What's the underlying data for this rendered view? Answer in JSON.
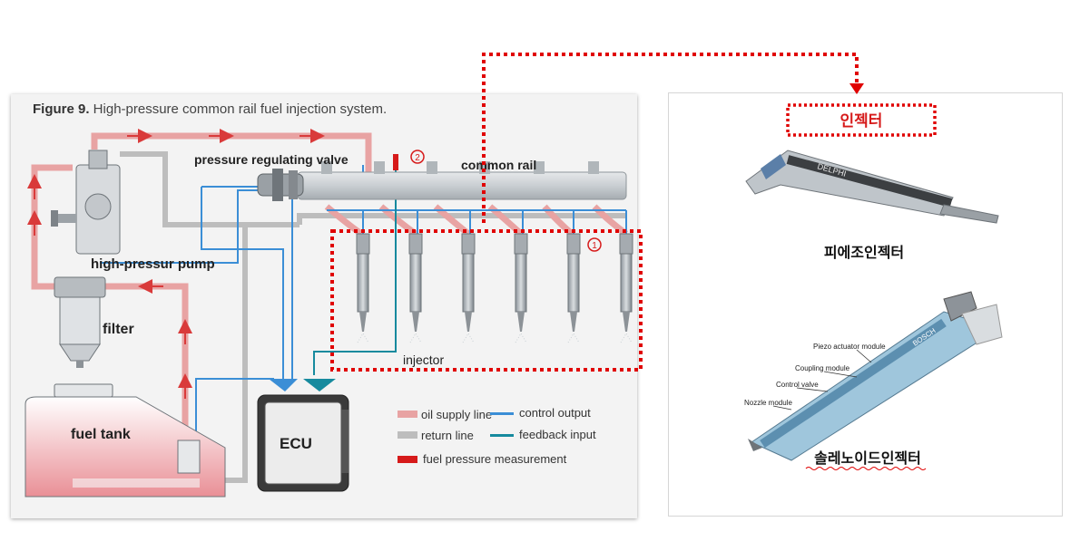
{
  "figure": {
    "caption_bold": "Figure 9.",
    "caption_text": " High-pressure common rail fuel injection system."
  },
  "components": {
    "pressure_regulating_valve": "pressure regulating valve",
    "common_rail": "common rail",
    "high_pressure_pump": "high-pressur pump",
    "filter": "filter",
    "fuel_tank": "fuel tank",
    "ecu": "ECU",
    "injector": "injector",
    "marker_1": "1",
    "marker_2": "2"
  },
  "legend": {
    "oil_supply_line": "oil supply line",
    "control_output": "control output",
    "return_line": "return line",
    "feedback_input": "feedback input",
    "fuel_pressure_measurement": "fuel pressure measurement"
  },
  "right": {
    "title": "인젝터",
    "piezo_label": "피에조인젝터",
    "solenoid_label": "솔레노이드인젝터",
    "piezo_brand": "DELPHI",
    "solenoid_brand": "BOSCH",
    "callouts": {
      "piezo_actuator": "Piezo actuator module",
      "coupling": "Coupling module",
      "control_valve": "Control valve",
      "nozzle": "Nozzle module"
    }
  },
  "colors": {
    "oil_supply": "#e8a3a3",
    "supply_arrow": "#d93a3a",
    "return": "#bdbdbd",
    "control": "#3b8ed6",
    "feedback": "#168a9e",
    "fuel_pressure": "#d61a1a",
    "highlight_border": "#e00000"
  },
  "icons": [
    "pump-icon",
    "filter-icon",
    "tank-icon",
    "ecu-icon",
    "injector-icon",
    "valve-icon"
  ]
}
